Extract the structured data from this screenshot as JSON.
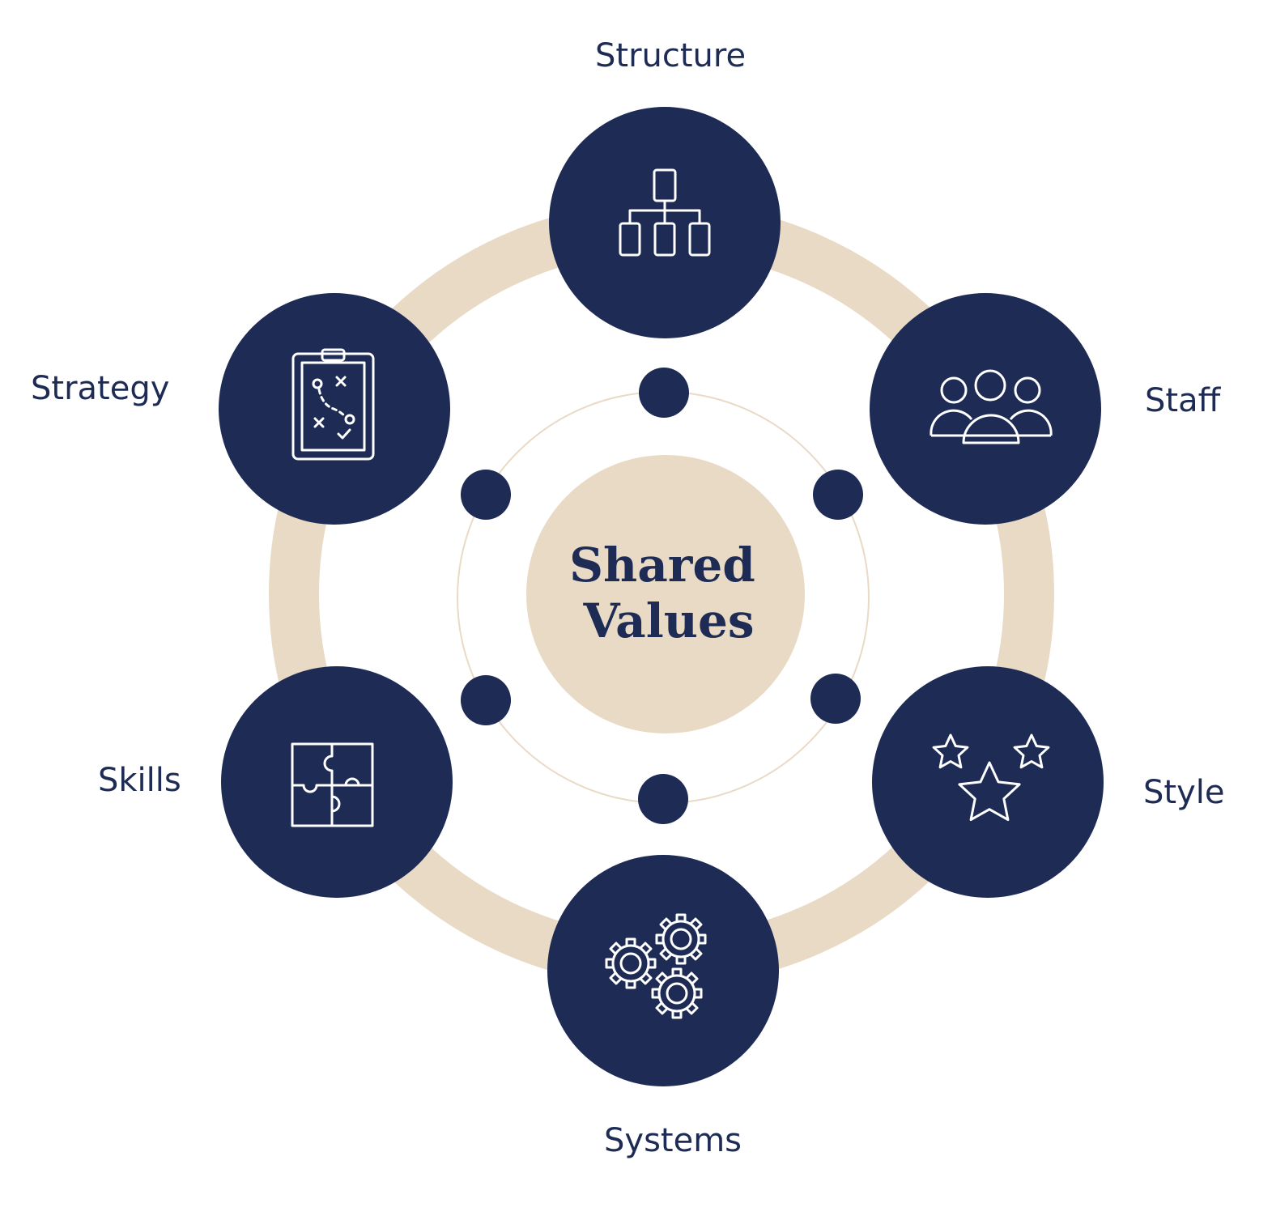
{
  "center": {
    "line1": "Shared",
    "line2": "Values"
  },
  "nodes": [
    {
      "label": "Structure",
      "icon": "org-chart-icon"
    },
    {
      "label": "Staff",
      "icon": "team-icon"
    },
    {
      "label": "Style",
      "icon": "stars-icon"
    },
    {
      "label": "Systems",
      "icon": "gears-icon"
    },
    {
      "label": "Skills",
      "icon": "puzzle-icon"
    },
    {
      "label": "Strategy",
      "icon": "clipboard-plan-icon"
    }
  ],
  "colors": {
    "navy": "#1d2b55",
    "beige": "#e9dac6",
    "white": "#ffffff"
  }
}
